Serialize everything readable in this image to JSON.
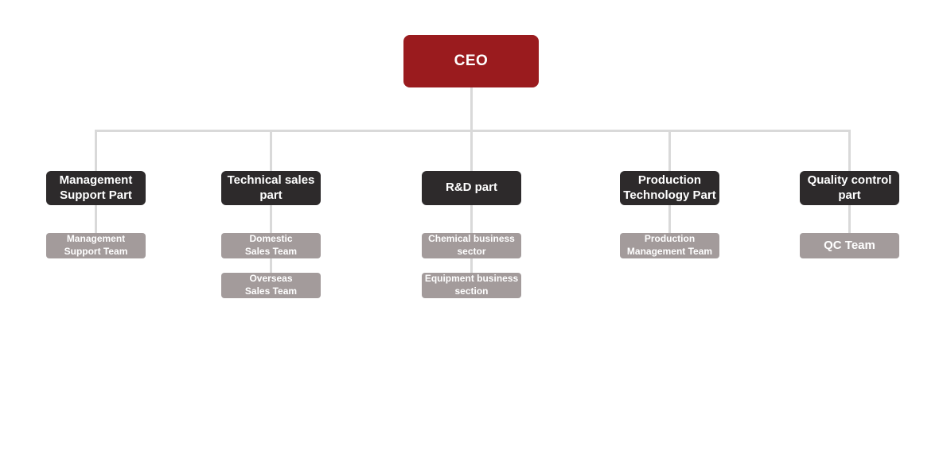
{
  "org_chart": {
    "root": {
      "label": "CEO"
    },
    "departments": [
      {
        "label": "Management\nSupport Part",
        "teams": [
          {
            "label": "Management\nSupport Team"
          }
        ]
      },
      {
        "label": "Technical sales\npart",
        "teams": [
          {
            "label": "Domestic\nSales Team"
          },
          {
            "label": "Overseas\nSales Team"
          }
        ]
      },
      {
        "label": "R&D part",
        "teams": [
          {
            "label": "Chemical business\nsector"
          },
          {
            "label": "Equipment business\nsection"
          }
        ]
      },
      {
        "label": "Production\nTechnology Part",
        "teams": [
          {
            "label": "Production\nManagement Team"
          }
        ]
      },
      {
        "label": "Quality control\npart",
        "teams": [
          {
            "label": "QC Team"
          }
        ]
      }
    ],
    "colors": {
      "root_bg": "#9a1b1e",
      "department_bg": "#2d2a2b",
      "team_bg": "#a39b9b",
      "connector": "#d9d9d9",
      "text": "#ffffff"
    }
  }
}
